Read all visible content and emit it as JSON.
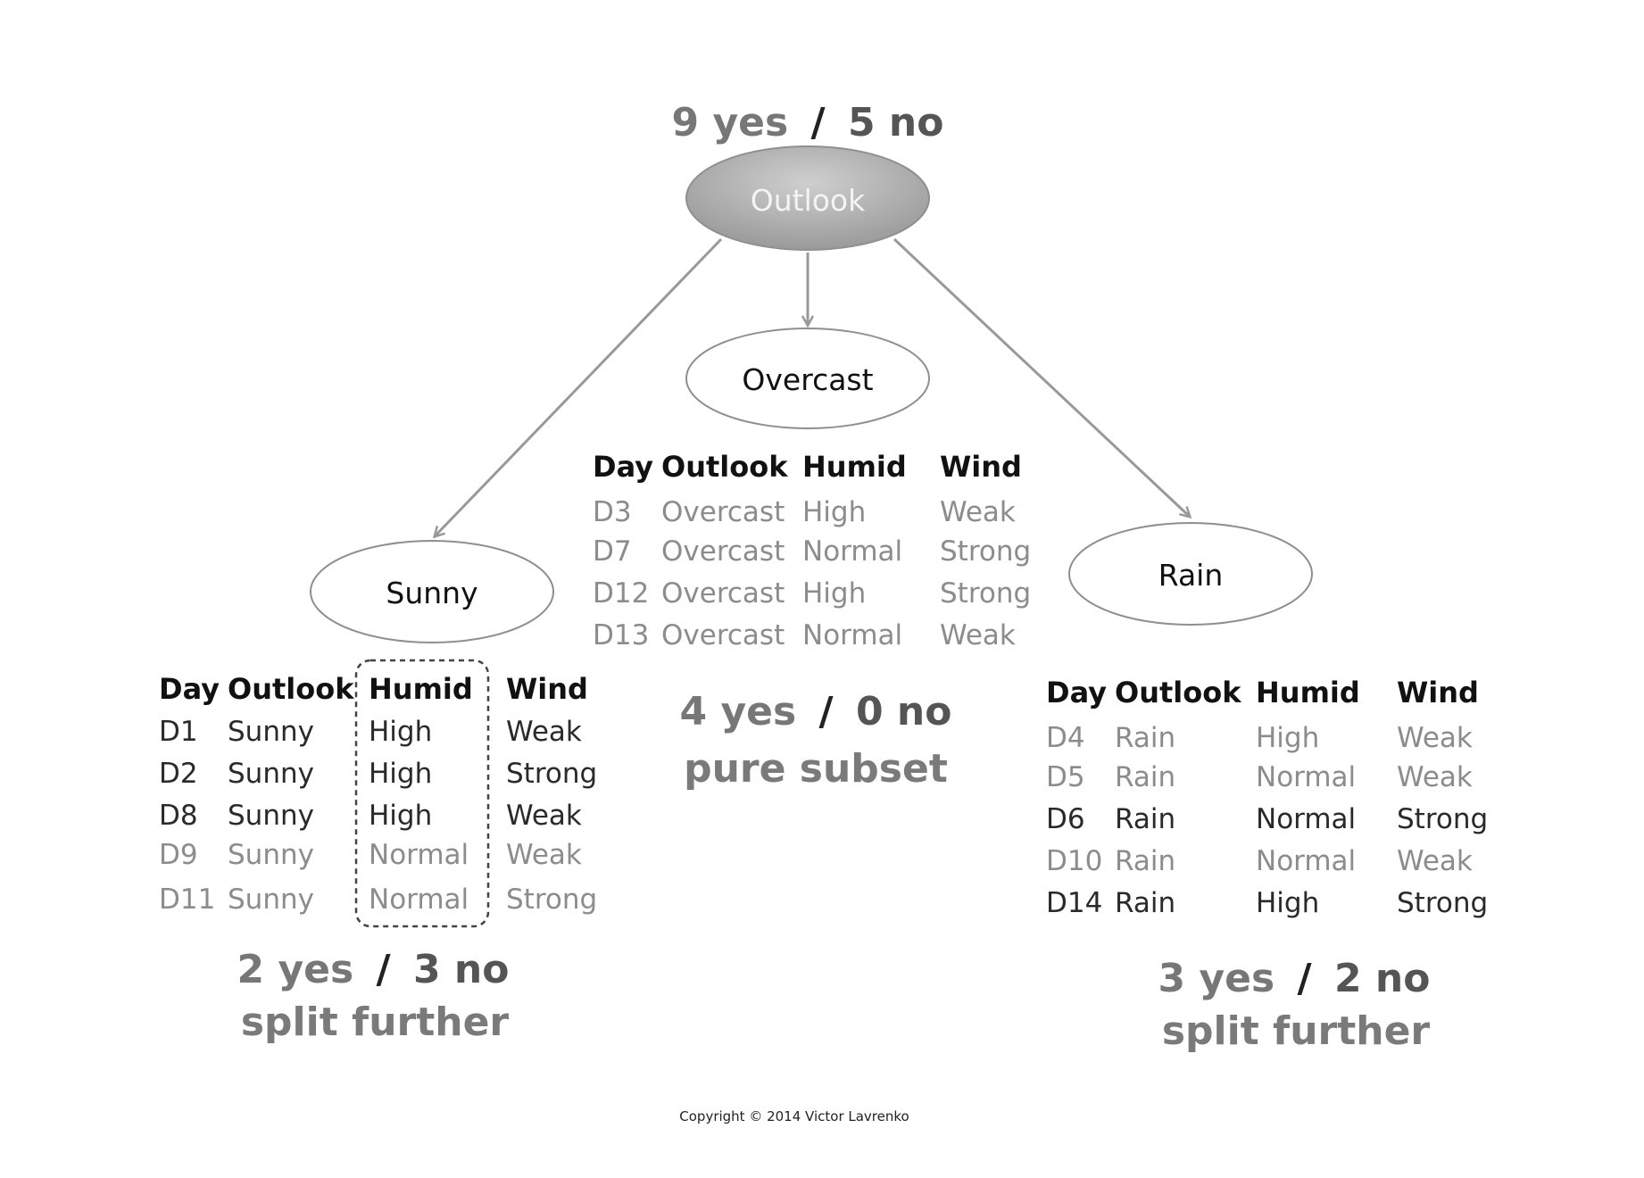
{
  "root": {
    "label": "Outlook",
    "count": {
      "yes": "9 yes",
      "sep": "/",
      "no": "5 no"
    }
  },
  "branches": [
    {
      "id": "overcast",
      "label": "Overcast",
      "headers": [
        "Day",
        "Outlook",
        "Humid",
        "Wind"
      ],
      "rows": [
        {
          "cells": [
            "D3",
            "Overcast",
            "High",
            "Weak"
          ],
          "style": "neg"
        },
        {
          "cells": [
            "D7",
            "Overcast",
            "Normal",
            "Strong"
          ],
          "style": "neg"
        },
        {
          "cells": [
            "D12",
            "Overcast",
            "High",
            "Strong"
          ],
          "style": "neg"
        },
        {
          "cells": [
            "D13",
            "Overcast",
            "Normal",
            "Weak"
          ],
          "style": "neg"
        }
      ],
      "count": {
        "yes": "4 yes",
        "sep": "/",
        "no": "0 no"
      },
      "verdict": "pure subset"
    },
    {
      "id": "sunny",
      "label": "Sunny",
      "headers": [
        "Day",
        "Outlook",
        "Humid",
        "Wind"
      ],
      "rows": [
        {
          "cells": [
            "D1",
            "Sunny",
            "High",
            "Weak"
          ],
          "style": "pos"
        },
        {
          "cells": [
            "D2",
            "Sunny",
            "High",
            "Strong"
          ],
          "style": "pos"
        },
        {
          "cells": [
            "D8",
            "Sunny",
            "High",
            "Weak"
          ],
          "style": "pos"
        },
        {
          "cells": [
            "D9",
            "Sunny",
            "Normal",
            "Weak"
          ],
          "style": "neg"
        },
        {
          "cells": [
            "D11",
            "Sunny",
            "Normal",
            "Strong"
          ],
          "style": "neg"
        }
      ],
      "highlight_column": "Humid",
      "count": {
        "yes": "2 yes",
        "sep": "/",
        "no": "3 no"
      },
      "verdict": "split further"
    },
    {
      "id": "rain",
      "label": "Rain",
      "headers": [
        "Day",
        "Outlook",
        "Humid",
        "Wind"
      ],
      "rows": [
        {
          "cells": [
            "D4",
            "Rain",
            "High",
            "Weak"
          ],
          "style": "neg"
        },
        {
          "cells": [
            "D5",
            "Rain",
            "Normal",
            "Weak"
          ],
          "style": "neg"
        },
        {
          "cells": [
            "D6",
            "Rain",
            "Normal",
            "Strong"
          ],
          "style": "pos"
        },
        {
          "cells": [
            "D10",
            "Rain",
            "Normal",
            "Weak"
          ],
          "style": "neg"
        },
        {
          "cells": [
            "D14",
            "Rain",
            "High",
            "Strong"
          ],
          "style": "pos"
        }
      ],
      "count": {
        "yes": "3 yes",
        "sep": "/",
        "no": "2 no"
      },
      "verdict": "split further"
    }
  ],
  "copyright": "Copyright © 2014 Victor Lavrenko",
  "colors": {
    "root_fill": "#a8a8a8",
    "edge": "#999999",
    "text_dark": "#111111",
    "text_light": "#8c8c8c",
    "highlight_border": "#444444"
  }
}
